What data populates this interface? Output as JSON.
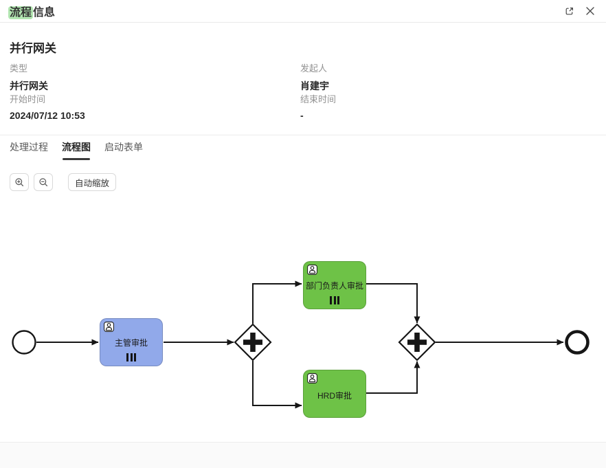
{
  "header": {
    "title_highlighted": "流程",
    "title_rest": "信息"
  },
  "info": {
    "heading": "并行网关",
    "fields": [
      {
        "label": "类型",
        "value": "并行网关"
      },
      {
        "label": "发起人",
        "value": "肖建宇"
      },
      {
        "label": "开始时间",
        "value": "2024/07/12 10:53"
      },
      {
        "label": "结束时间",
        "value": "-"
      }
    ]
  },
  "tabs": [
    {
      "label": "处理过程",
      "active": false
    },
    {
      "label": "流程图",
      "active": true
    },
    {
      "label": "启动表单",
      "active": false
    }
  ],
  "toolbar": {
    "zoom_in_icon": "magnifier-plus",
    "zoom_out_icon": "magnifier-minus",
    "auto_zoom": "自动缩放"
  },
  "diagram": {
    "type": "bpmn-flow",
    "nodes": [
      {
        "id": "start",
        "kind": "start-event"
      },
      {
        "id": "task-supervisor",
        "kind": "user-task",
        "label": "主管审批",
        "color": "#91a9ea",
        "multi_instance": true
      },
      {
        "id": "gateway-fork",
        "kind": "parallel-gateway"
      },
      {
        "id": "task-dept-head",
        "kind": "user-task",
        "label": "部门负责人审批",
        "color": "#6ec247",
        "multi_instance": true
      },
      {
        "id": "task-hrd",
        "kind": "user-task",
        "label": "HRD审批",
        "color": "#6ec247",
        "multi_instance": false
      },
      {
        "id": "gateway-join",
        "kind": "parallel-gateway"
      },
      {
        "id": "end",
        "kind": "end-event"
      }
    ],
    "edges": [
      [
        "start",
        "task-supervisor"
      ],
      [
        "task-supervisor",
        "gateway-fork"
      ],
      [
        "gateway-fork",
        "task-dept-head"
      ],
      [
        "gateway-fork",
        "task-hrd"
      ],
      [
        "task-dept-head",
        "gateway-join"
      ],
      [
        "task-hrd",
        "gateway-join"
      ],
      [
        "gateway-join",
        "end"
      ]
    ]
  },
  "colors": {
    "task_blue": "#91a9ea",
    "task_green": "#6ec247",
    "title_highlight": "#b2e6b1",
    "line": "#161616",
    "footer_bg": "#fafafa"
  }
}
